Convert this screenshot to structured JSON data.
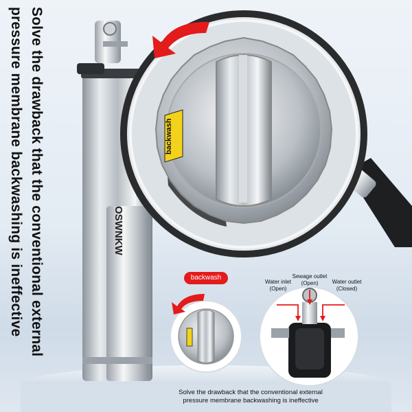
{
  "vertical_text": {
    "line1": "Solve the drawback that the conventional external",
    "line2": "pressure membrane backwashing is ineffective"
  },
  "product": {
    "brand": "OSWNKW",
    "dial_label": "backwash"
  },
  "inset": {
    "badge": "backwash",
    "water_inlet": {
      "name": "Water inlet",
      "state": "(Open)"
    },
    "sewage_outlet": {
      "name": "Sewage outlet",
      "state": "(Open)"
    },
    "water_outlet": {
      "name": "Water outlet",
      "state": "(Closed)"
    }
  },
  "caption": {
    "line1": "Solve the drawback that the conventional external",
    "line2": "pressure membrane backwashing is ineffective"
  },
  "colors": {
    "accent": "#e31b1b",
    "dial_label_bg": "#f2d21b"
  }
}
